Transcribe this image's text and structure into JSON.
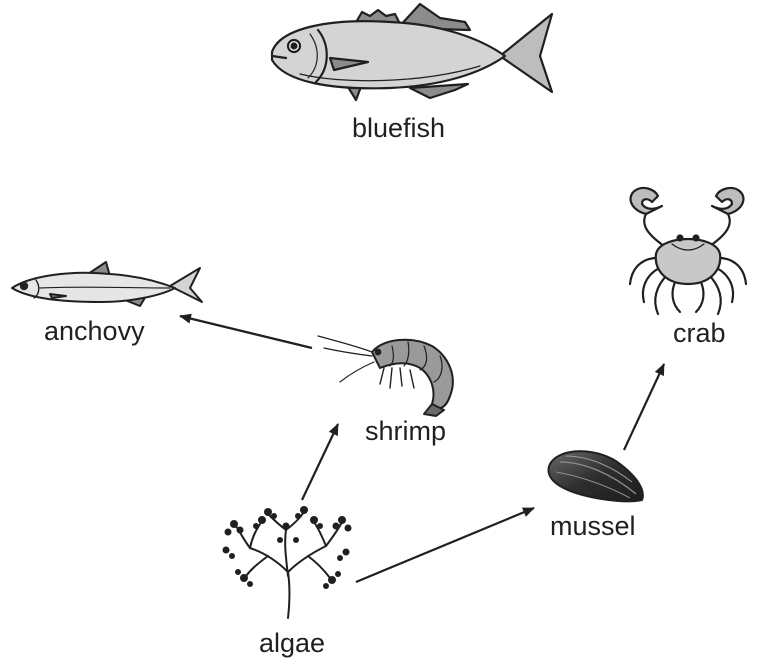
{
  "organisms": {
    "bluefish": "bluefish",
    "anchovy": "anchovy",
    "crab": "crab",
    "shrimp": "shrimp",
    "mussel": "mussel",
    "algae": "algae"
  },
  "arrows": [
    {
      "from": "shrimp",
      "to": "anchovy"
    },
    {
      "from": "algae",
      "to": "shrimp"
    },
    {
      "from": "algae",
      "to": "mussel"
    },
    {
      "from": "mussel",
      "to": "crab"
    }
  ],
  "colors": {
    "ink": "#231f20",
    "body_gray": "#d4d4d4",
    "light_gray": "#e6e6e6",
    "dark_shell": "#3a3a3a"
  }
}
